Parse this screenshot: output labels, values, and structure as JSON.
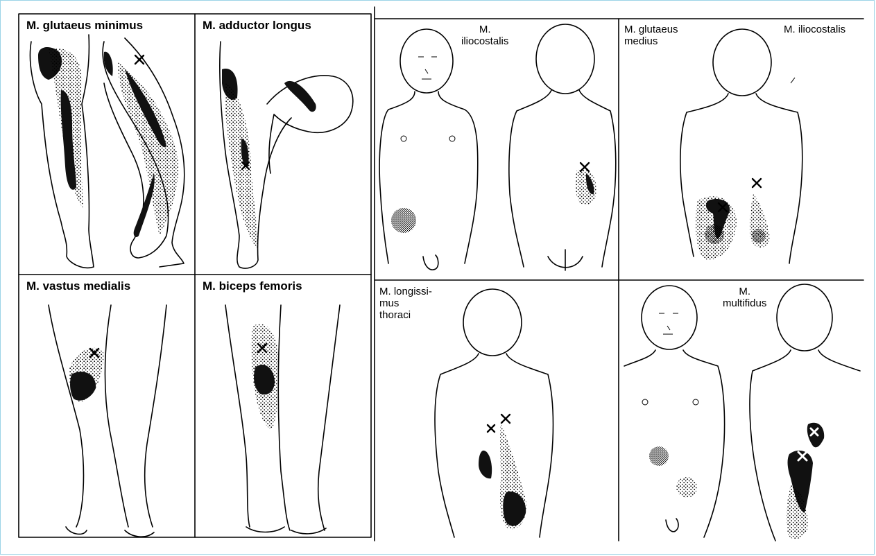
{
  "panels": [
    {
      "id": "glutaeus-minimus",
      "label": "M. glutaeus minimus"
    },
    {
      "id": "adductor-longus",
      "label": "M. adductor longus"
    },
    {
      "id": "vastus-medialis",
      "label": "M. vastus medialis"
    },
    {
      "id": "biceps-femoris",
      "label": "M. biceps femoris"
    },
    {
      "id": "iliocostalis-front",
      "label": "M.\niliocostalis"
    },
    {
      "id": "glutaeus-medius",
      "label": "M. glutaeus\nmedius"
    },
    {
      "id": "iliocostalis-back",
      "label": "M. iliocostalis"
    },
    {
      "id": "longissimus",
      "label": "M. longissi-\nmus\nthoraci"
    },
    {
      "id": "multifidus",
      "label": "M.\nmultifidus"
    }
  ],
  "colors": {
    "border": "#9bd3e6",
    "ink": "#000000",
    "shade": "#111111"
  }
}
